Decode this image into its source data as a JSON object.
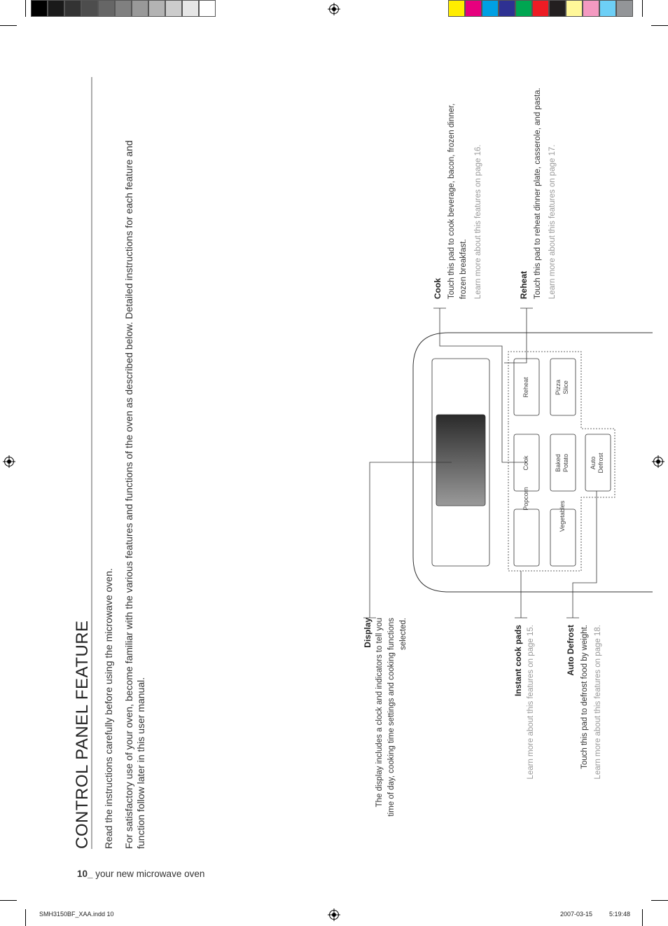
{
  "colors": {
    "gray_bars": [
      "#000000",
      "#1a1a1a",
      "#333333",
      "#4d4d4d",
      "#666666",
      "#808080",
      "#999999",
      "#b3b3b3",
      "#cccccc",
      "#e6e6e6",
      "#ffffff"
    ],
    "color_bars": [
      "#ffed00",
      "#e6007e",
      "#00a0e3",
      "#2e3192",
      "#00a651",
      "#ed1c24",
      "#231f20",
      "#fff799",
      "#f49ac1",
      "#6dcff6",
      "#939598"
    ]
  },
  "page": {
    "title": "CONTROL PANEL FEATURE",
    "intro_line1": "Read the instructions carefully before using the microwave oven.",
    "intro_line2a": "For satisfactory use of your oven, become familiar with the various features and functions of the oven as described below. Detailed instructions for each feature and",
    "intro_line2b": "function follow later in this user manual.",
    "footer_num": "10_",
    "footer_text": " your new microwave oven"
  },
  "callouts": {
    "display": {
      "label": "Display",
      "desc1": "The display includes a clock and indicators to tell you",
      "desc2": "time of day, cooking time settings and cooking functions",
      "desc3": "selected."
    },
    "instant": {
      "label": "Instant cook pads",
      "more": "Learn more about this features on page 15."
    },
    "auto_defrost": {
      "label": "Auto Defrost",
      "desc": "Touch this pad to defrost food by weight.",
      "more": "Learn more about this features on page 18."
    },
    "cook": {
      "label": "Cook",
      "desc1": "Touch this pad to cook beverage, bacon, frozen dinner,",
      "desc2": "frozen breakfast.",
      "more": "Learn more about this features on page 16."
    },
    "reheat": {
      "label": "Reheat",
      "desc": "Touch this pad to reheat dinner plate, casserole, and pasta.",
      "more": "Learn more about this features on page 17."
    }
  },
  "panel": {
    "popcorn": "Popcorn",
    "vegetables": "Vegetables",
    "cook": "Cook",
    "baked1": "Baked",
    "baked2": "Potato",
    "defrost1": "Auto",
    "defrost2": "Defrost",
    "reheat": "Reheat",
    "pizza1": "Pizza",
    "pizza2": "Slice"
  },
  "slug": {
    "file": "SMH3150BF_XAA.indd   10",
    "date": "2007-03-15",
    "time": "5:19:48"
  }
}
